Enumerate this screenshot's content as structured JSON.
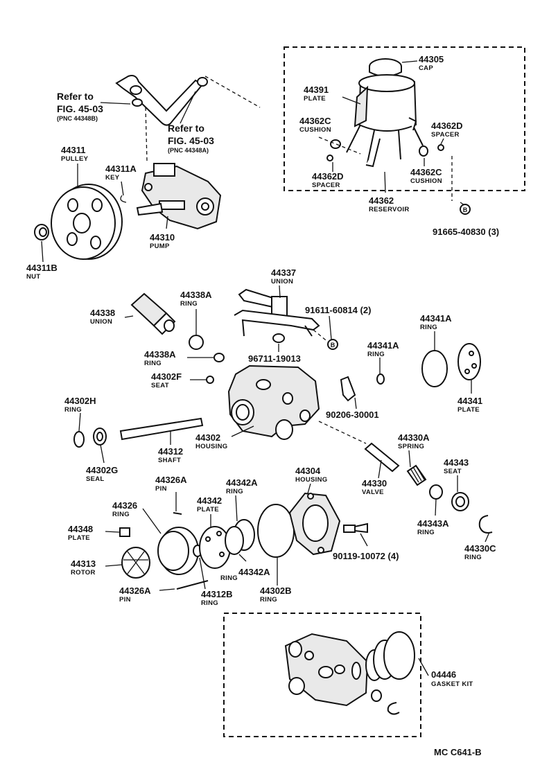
{
  "diagram": {
    "references": [
      {
        "id": "ref-left",
        "line1": "Refer to",
        "line2": "FIG. 45-03",
        "line3": "(PNC 44348B)"
      },
      {
        "id": "ref-right",
        "line1": "Refer to",
        "line2": "FIG. 45-03",
        "line3": "(PNC 44348A)"
      }
    ],
    "parts": {
      "p44311": {
        "num": "44311",
        "name": "PULLEY"
      },
      "p44311A": {
        "num": "44311A",
        "name": "KEY"
      },
      "p44311B": {
        "num": "44311B",
        "name": "NUT"
      },
      "p44310": {
        "num": "44310",
        "name": "PUMP"
      },
      "p44305": {
        "num": "44305",
        "name": "CAP"
      },
      "p44391": {
        "num": "44391",
        "name": "PLATE"
      },
      "p44362C_a": {
        "num": "44362C",
        "name": "CUSHION"
      },
      "p44362D_a": {
        "num": "44362D",
        "name": "SPACER"
      },
      "p44362D_b": {
        "num": "44362D",
        "name": "SPACER"
      },
      "p44362C_b": {
        "num": "44362C",
        "name": "CUSHION"
      },
      "p44362": {
        "num": "44362",
        "name": "RESERVOIR"
      },
      "p9166540830": {
        "num": "91665-40830 (3)"
      },
      "p44337": {
        "num": "44337",
        "name": "UNION"
      },
      "p44338A_a": {
        "num": "44338A",
        "name": "RING"
      },
      "p44338": {
        "num": "44338",
        "name": "UNION"
      },
      "p9161160814": {
        "num": "91611-60814 (2)"
      },
      "p44341A_a": {
        "num": "44341A",
        "name": "RING"
      },
      "p44338A_b": {
        "num": "44338A",
        "name": "RING"
      },
      "p9671119013": {
        "num": "96711-19013"
      },
      "p44341A_b": {
        "num": "44341A",
        "name": "RING"
      },
      "p44302F": {
        "num": "44302F",
        "name": "SEAT"
      },
      "p44341": {
        "num": "44341",
        "name": "PLATE"
      },
      "p44302H": {
        "num": "44302H",
        "name": "RING"
      },
      "p9020630001": {
        "num": "90206-30001"
      },
      "p44330A": {
        "num": "44330A",
        "name": "SPRING"
      },
      "p44302": {
        "num": "44302",
        "name": "HOUSING"
      },
      "p44312": {
        "num": "44312",
        "name": "SHAFT"
      },
      "p44302G": {
        "num": "44302G",
        "name": "SEAL"
      },
      "p44343": {
        "num": "44343",
        "name": "SEAT"
      },
      "p44326A_a": {
        "num": "44326A",
        "name": "PIN"
      },
      "p44342A_a": {
        "num": "44342A",
        "name": "RING"
      },
      "p44304": {
        "num": "44304",
        "name": "HOUSING"
      },
      "p44330": {
        "num": "44330",
        "name": "VALVE"
      },
      "p44326": {
        "num": "44326",
        "name": "RING"
      },
      "p44342": {
        "num": "44342",
        "name": "PLATE"
      },
      "p44348": {
        "num": "44348",
        "name": "PLATE"
      },
      "p44343A": {
        "num": "44343A",
        "name": "RING"
      },
      "p9011910072": {
        "num": "90119-10072 (4)"
      },
      "p44330C": {
        "num": "44330C",
        "name": "RING"
      },
      "p44342A_b": {
        "num": "44342A",
        "name": "RING"
      },
      "p44313": {
        "num": "44313",
        "name": "ROTOR"
      },
      "p44326A_b": {
        "num": "44326A",
        "name": "PIN"
      },
      "p44312B": {
        "num": "44312B",
        "name": "RING"
      },
      "p44302B": {
        "num": "44302B",
        "name": "RING"
      },
      "p04446": {
        "num": "04446",
        "name": "GASKET KIT"
      }
    },
    "callout_letters": {
      "b1": "B",
      "b2": "B"
    },
    "code": "MC  C641-B"
  }
}
